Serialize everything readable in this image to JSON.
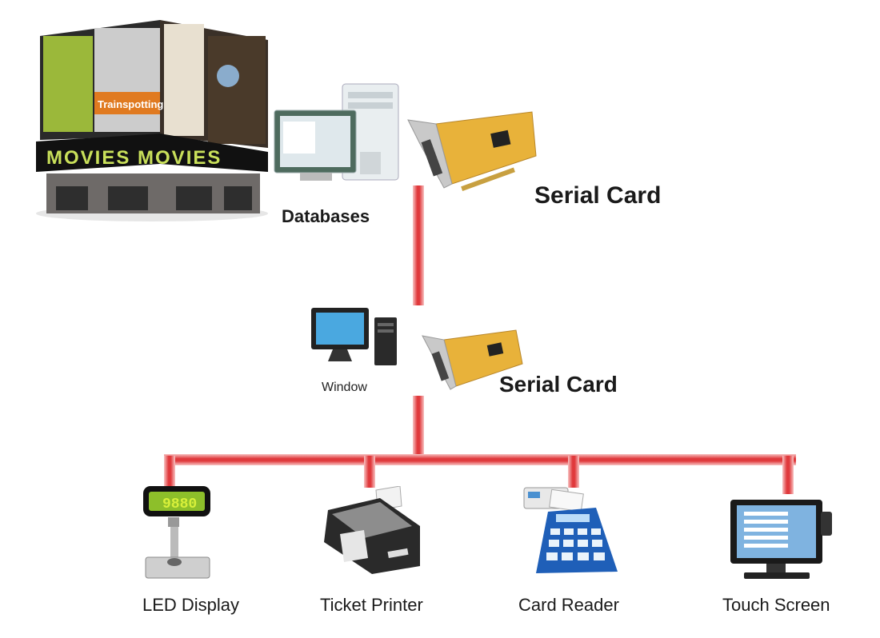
{
  "theater": {
    "marquee_text": "MOVIES MOVIES",
    "poster_title": "Trainspotting"
  },
  "labels": {
    "databases": "Databases",
    "serial_card_top": "Serial Card",
    "window": "Window",
    "serial_card_mid": "Serial Card"
  },
  "devices": [
    {
      "label": "LED Display",
      "display_value": "9880"
    },
    {
      "label": "Ticket Printer"
    },
    {
      "label": "Card Reader"
    },
    {
      "label": "Touch Screen"
    }
  ],
  "colors": {
    "connector": "#e0393c",
    "led_text": "#d8f03a"
  }
}
